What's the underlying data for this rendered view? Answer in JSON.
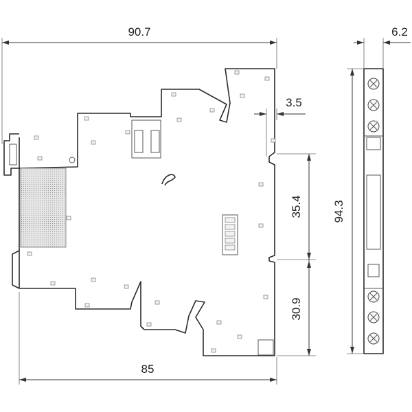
{
  "dimensions": {
    "overall_width": "90.7",
    "base_width": "85",
    "notch": "3.5",
    "rail_height": "35.4",
    "lower_height": "30.9",
    "total_height": "94.3",
    "thickness": "6.2"
  },
  "colors": {
    "line": "#2b2b2b",
    "dimension": "#333333",
    "background": "#ffffff"
  }
}
